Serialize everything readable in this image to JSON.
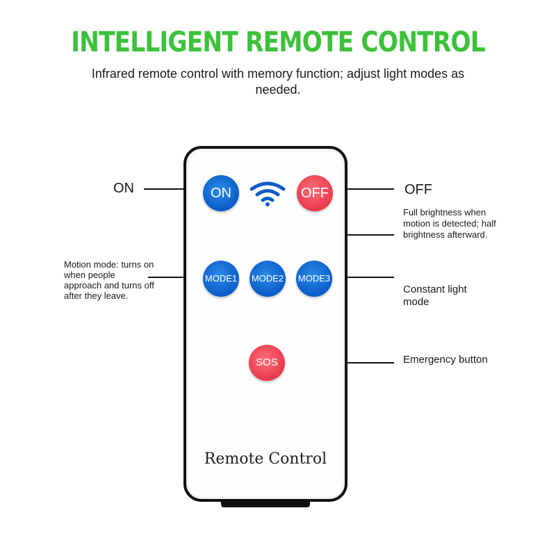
{
  "header": {
    "title": "INTELLIGENT REMOTE CONTROL",
    "subtitle": "Infrared remote control with memory function; adjust light modes as needed."
  },
  "remote": {
    "label": "Remote Control",
    "buttons": {
      "on": "ON",
      "off": "OFF",
      "mode1": "MODE1",
      "mode2": "MODE2",
      "mode3": "MODE3",
      "sos": "SOS"
    },
    "icons": {
      "signal": "wifi-signal-icon"
    }
  },
  "callouts": {
    "on": "ON",
    "off": "OFF",
    "mode2": "Full brightness when motion is detected; half brightness afterward.",
    "mode1": "Motion mode: turns on when people approach and turns off after they leave.",
    "mode3": "Constant light mode",
    "sos": "Emergency button"
  },
  "colors": {
    "title": "#3cc23a",
    "blue_button": "#0b5cc8",
    "red_button": "#e83a4c"
  }
}
